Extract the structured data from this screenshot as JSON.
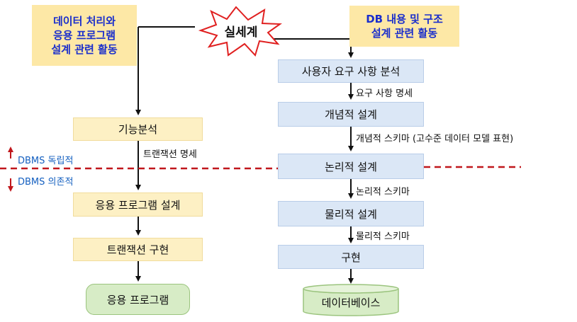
{
  "top": {
    "left_note": "데이터 처리와\n응용 프로그램\n설계 관련 활동",
    "right_note": "DB 내용 및 구조\n설계 관련 활동",
    "burst": "실세계"
  },
  "left_flow": {
    "func_analysis": "기능분석",
    "transaction_spec": "트랜잭션 명세",
    "app_design": "응용 프로그램 설계",
    "transaction_impl": "트랜잭션 구현",
    "app_program": "응용 프로그램"
  },
  "right_flow": {
    "req_analysis": "사용자 요구 사항 분석",
    "req_spec": "요구 사항 명세",
    "conceptual_design": "개념적 설계",
    "conceptual_schema": "개념적 스키마 (고수준 데이터 모델 표현)",
    "logical_design": "논리적 설계",
    "logical_schema": "논리적 스키마",
    "physical_design": "물리적 설계",
    "physical_schema": "물리적 스키마",
    "implementation": "구현",
    "database": "데이터베이스"
  },
  "divider": {
    "independent": "DBMS 독립적",
    "dependent": "DBMS 의존적"
  },
  "colors": {
    "note_bg": "#fde8a6",
    "note_text": "#1a2ecc",
    "left_box": "#fdf0c4",
    "right_box": "#dbe7f6",
    "end_box": "#d7ecc6",
    "divider": "#c0171c",
    "burst_stroke": "#e02020",
    "dbms_text": "#1560c0"
  }
}
